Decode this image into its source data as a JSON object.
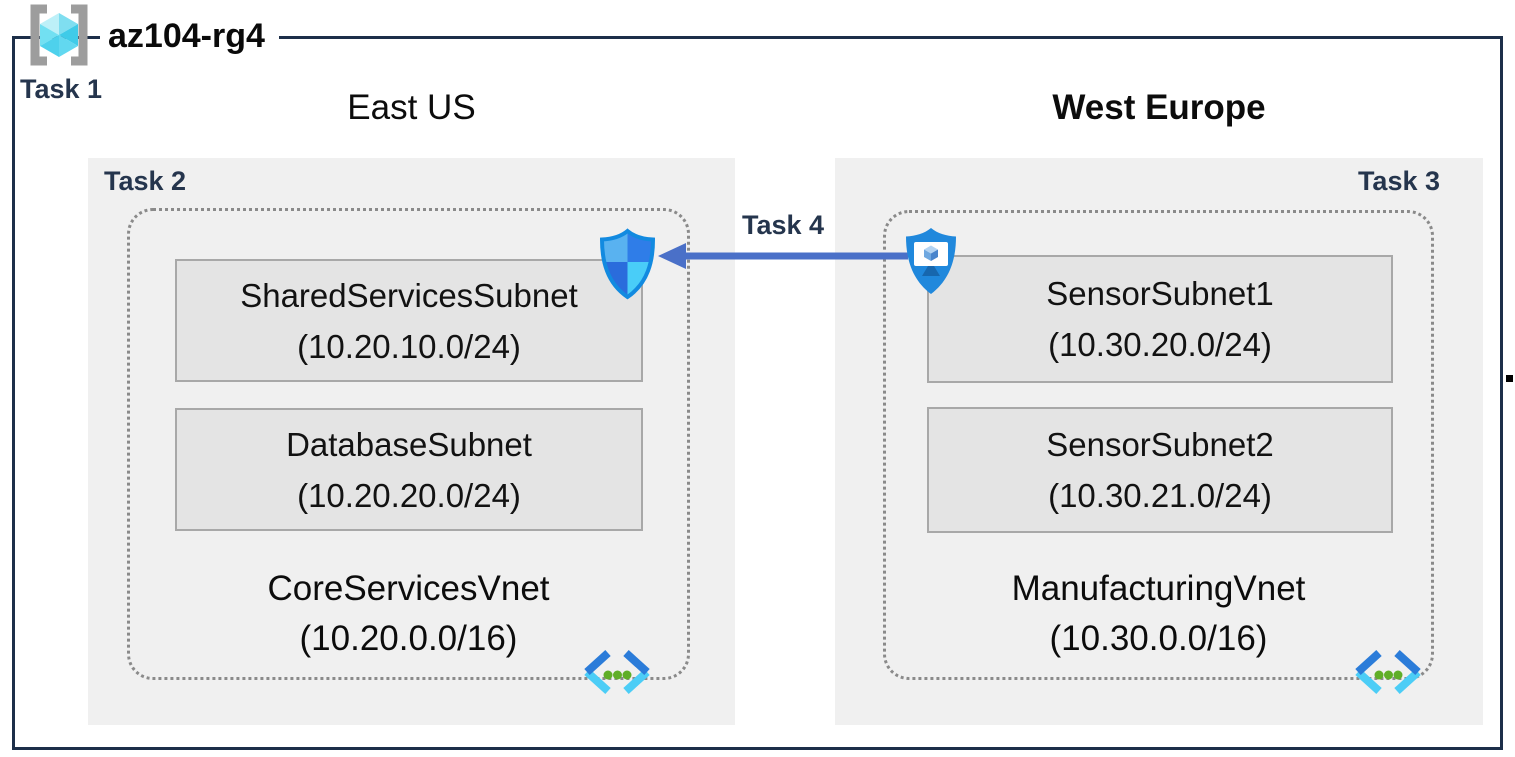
{
  "resource_group": {
    "name": "az104-rg4",
    "task_label": "Task 1"
  },
  "regions": [
    {
      "name": "East US",
      "task_label": "Task 2",
      "vnet": {
        "name": "CoreServicesVnet",
        "cidr": "(10.20.0.0/16)",
        "icon": "virtual-network-icon",
        "subnets": [
          {
            "name": "SharedServicesSubnet",
            "cidr": "(10.20.10.0/24)"
          },
          {
            "name": "DatabaseSubnet",
            "cidr": "(10.20.20.0/24)"
          }
        ]
      }
    },
    {
      "name": "West Europe",
      "task_label": "Task 3",
      "vnet": {
        "name": "ManufacturingVnet",
        "cidr": "(10.30.0.0/16)",
        "icon": "virtual-network-icon",
        "subnets": [
          {
            "name": "SensorSubnet1",
            "cidr": "(10.30.20.0/24)"
          },
          {
            "name": "SensorSubnet2",
            "cidr": "(10.30.21.0/24)"
          }
        ]
      }
    }
  ],
  "peering": {
    "task_label": "Task 4",
    "direction": "right-to-left",
    "left_icon": "defender-shield-icon",
    "right_icon": "shielded-vm-icon"
  },
  "colors": {
    "outer_border": "#1d2f49",
    "task_text": "#25354d",
    "region_fill": "#f0f0f0",
    "subnet_fill": "#e4e4e4",
    "subnet_border": "#a8a8a8",
    "dotted_border": "#8a8a8a",
    "arrow": "#4a70c8",
    "shield_blue": "#2088dc",
    "vnet_chevron_dark": "#2b7cd9",
    "vnet_chevron_light": "#4ccdf6",
    "vnet_dot_green": "#5fae27",
    "cube_cyan": "#50e6ff"
  }
}
